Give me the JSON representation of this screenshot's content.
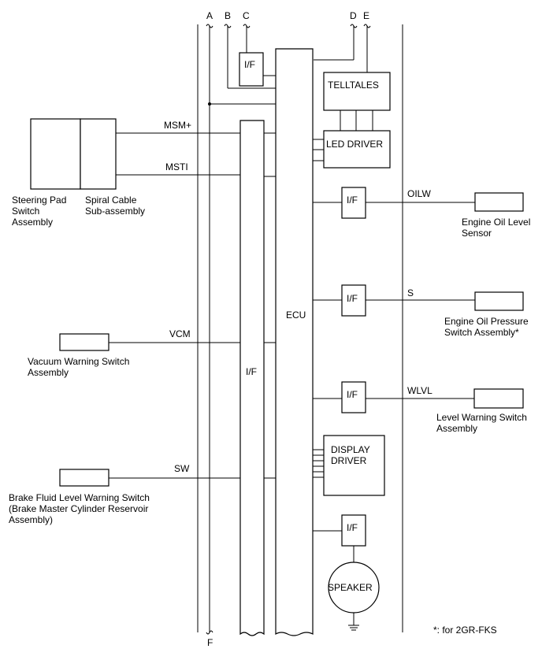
{
  "connectors": {
    "a": "A",
    "b": "B",
    "c": "C",
    "d": "D",
    "e": "E",
    "f": "F"
  },
  "blocks": {
    "ecu": "ECU",
    "if_main": "I/F",
    "if_top": "I/F",
    "telltales": "TELLTALES",
    "led_driver": "LED DRIVER",
    "if_oil_level": "I/F",
    "if_oil_pressure": "I/F",
    "if_level_warning": "I/F",
    "display_driver_line1": "DISPLAY",
    "display_driver_line2": "DRIVER",
    "if_speaker": "I/F",
    "speaker": "SPEAKER"
  },
  "signals": {
    "msm": "MSM+",
    "msti": "MSTI",
    "oilw": "OILW",
    "s": "S",
    "vcm": "VCM",
    "wlvl": "WLVL",
    "sw": "SW"
  },
  "components": {
    "steering_pad": [
      "Steering Pad",
      "Switch",
      "Assembly"
    ],
    "spiral_cable": [
      "Spiral Cable",
      "Sub-assembly"
    ],
    "engine_oil_level": [
      "Engine Oil Level",
      "Sensor"
    ],
    "engine_oil_pressure": [
      "Engine Oil Pressure",
      "Switch Assembly*"
    ],
    "vacuum_warning": [
      "Vacuum Warning Switch",
      "Assembly"
    ],
    "level_warning": [
      "Level Warning Switch",
      "Assembly"
    ],
    "brake_fluid": [
      "Brake Fluid Level Warning Switch",
      "(Brake Master Cylinder Reservoir",
      "Assembly)"
    ]
  },
  "footnote": "*: for 2GR-FKS"
}
